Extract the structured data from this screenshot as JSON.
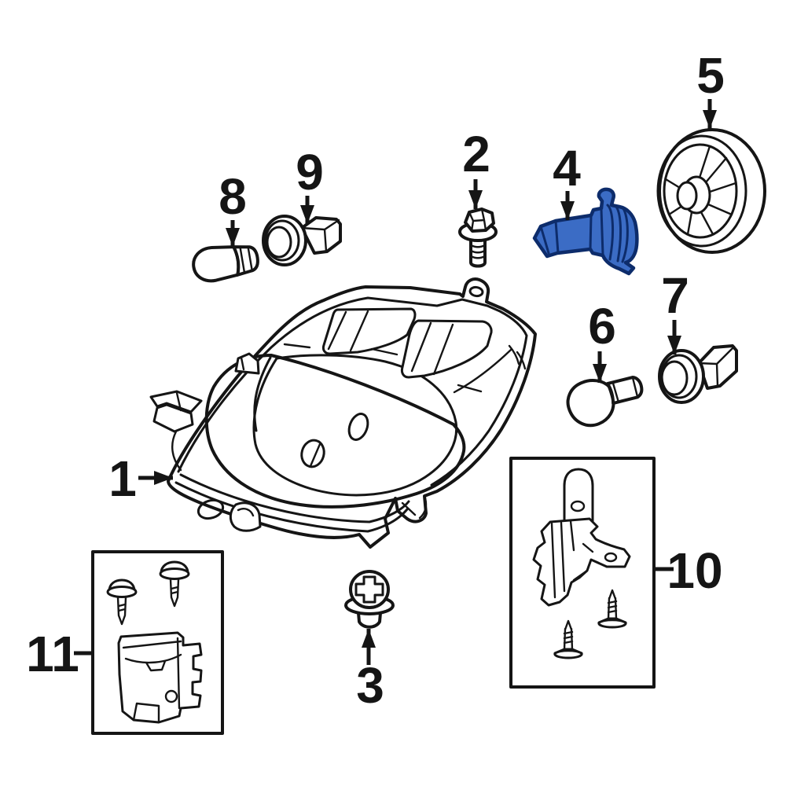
{
  "diagram": {
    "background_color": "#ffffff",
    "line_color": "#151515",
    "highlighted_part_fill": "#3b6cc5",
    "highlighted_part_outline": "#0d2c6b",
    "highlighted_callout_number": "4"
  },
  "callouts": [
    {
      "number": "1"
    },
    {
      "number": "2"
    },
    {
      "number": "3"
    },
    {
      "number": "4"
    },
    {
      "number": "5"
    },
    {
      "number": "6"
    },
    {
      "number": "7"
    },
    {
      "number": "8"
    },
    {
      "number": "9"
    },
    {
      "number": "10"
    },
    {
      "number": "11"
    }
  ]
}
